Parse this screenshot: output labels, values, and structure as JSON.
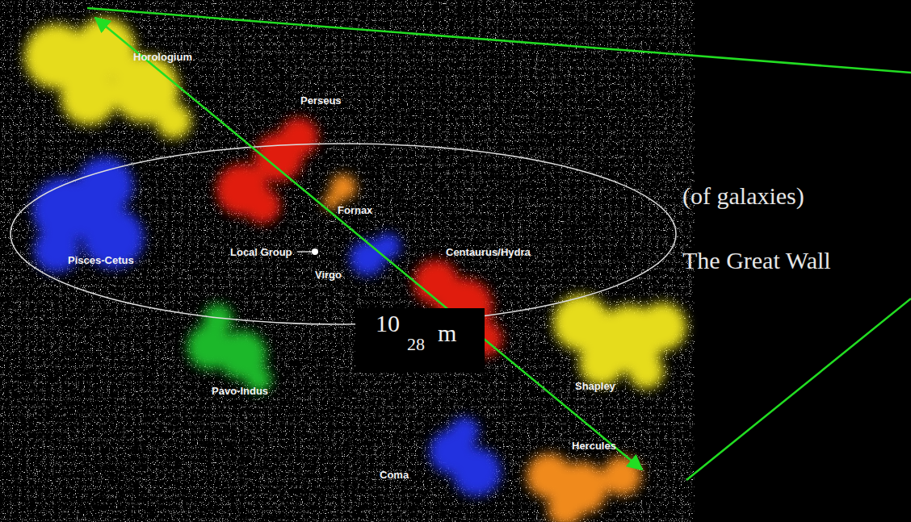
{
  "diagram": {
    "labels": [
      "Horologium",
      "Perseus",
      "Fornax",
      "Local Group",
      "Virgo",
      "Centaurus/Hydra",
      "Pisces-Cetus",
      "Pavo-Indus",
      "Shapley",
      "Hercules",
      "Coma",
      "(of galaxies)",
      "The Great Wall",
      "10",
      "28",
      "m"
    ]
  }
}
